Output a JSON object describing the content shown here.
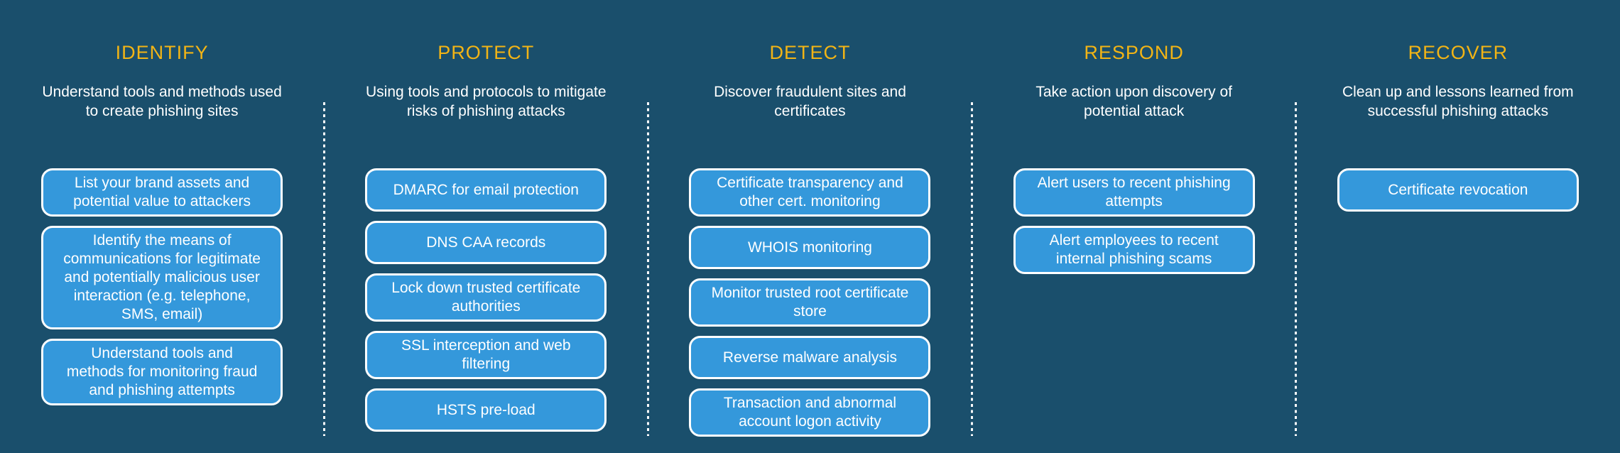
{
  "diagram": {
    "title_row": [
      "IDENTIFY",
      "PROTECT",
      "DETECT",
      "RESPOND",
      "RECOVER"
    ],
    "colors": {
      "background": "#1A4F6C",
      "box_fill": "#3498DB",
      "box_border": "#FFFFFF",
      "heading_text": "#F2B415",
      "body_text": "#FFFFFF",
      "divider": "#FFFFFF"
    },
    "columns": [
      {
        "title": "IDENTIFY",
        "subtitle": "Understand tools and methods used\nto create phishing sites",
        "items": [
          "List your brand assets and\npotential value to attackers",
          "Identify the means of\ncommunications for legitimate\nand potentially malicious user\ninteraction (e.g. telephone,\nSMS, email)",
          "Understand tools and\nmethods for monitoring fraud\nand phishing attempts"
        ]
      },
      {
        "title": "PROTECT",
        "subtitle": "Using tools and protocols to mitigate\nrisks of phishing attacks",
        "items": [
          "DMARC for email protection",
          "DNS CAA records",
          "Lock down trusted certificate\nauthorities",
          "SSL interception and web\nfiltering",
          "HSTS pre-load"
        ]
      },
      {
        "title": "DETECT",
        "subtitle": "Discover fraudulent sites and\ncertificates",
        "items": [
          "Certificate transparency and\nother cert. monitoring",
          "WHOIS monitoring",
          "Monitor trusted root certificate\nstore",
          "Reverse malware analysis",
          "Transaction and abnormal\naccount logon activity"
        ]
      },
      {
        "title": "RESPOND",
        "subtitle": "Take action upon discovery of\npotential attack",
        "items": [
          "Alert users to recent phishing\nattempts",
          "Alert employees to recent\ninternal phishing scams"
        ]
      },
      {
        "title": "RECOVER",
        "subtitle": "Clean up and lessons learned from\nsuccessful phishing attacks",
        "items": [
          "Certificate revocation"
        ]
      }
    ]
  }
}
